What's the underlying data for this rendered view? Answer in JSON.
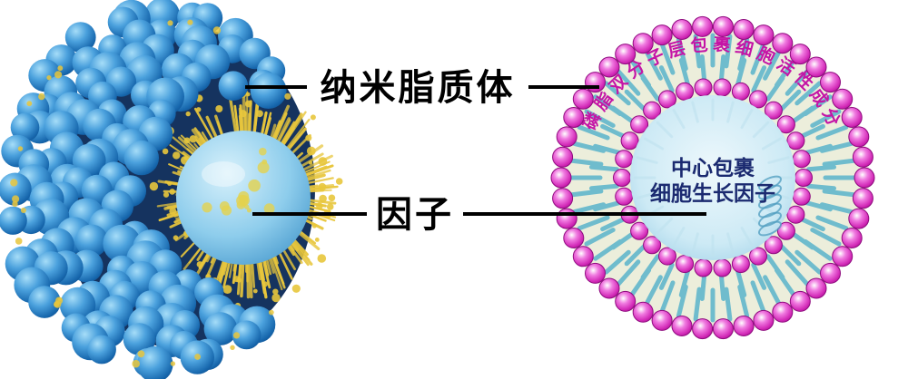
{
  "figure": {
    "labels": {
      "liposome": "纳米脂质体",
      "factor": "因子"
    },
    "right_diagram": {
      "ring_text": "磷脂双分子层包裹细胞活性成分",
      "center_text": [
        "中心包裹",
        "细胞生长因子"
      ]
    },
    "colors": {
      "head_blue": "#2f7fc4",
      "interior_navy": "#15335f",
      "lipid_yellow": "#e8c63c",
      "speckle_yellow": "#e3d24d",
      "core_light_blue": "#bfe4f4",
      "ring_bg": "#eceedb",
      "tail_teal": "#6fbccd",
      "bead_magenta": "#d22bb8",
      "bead_edge": "#8e0b7e",
      "ring_text_magenta": "#c415a6",
      "core_text_navy": "#1b2a70",
      "label_black": "#000000"
    }
  }
}
